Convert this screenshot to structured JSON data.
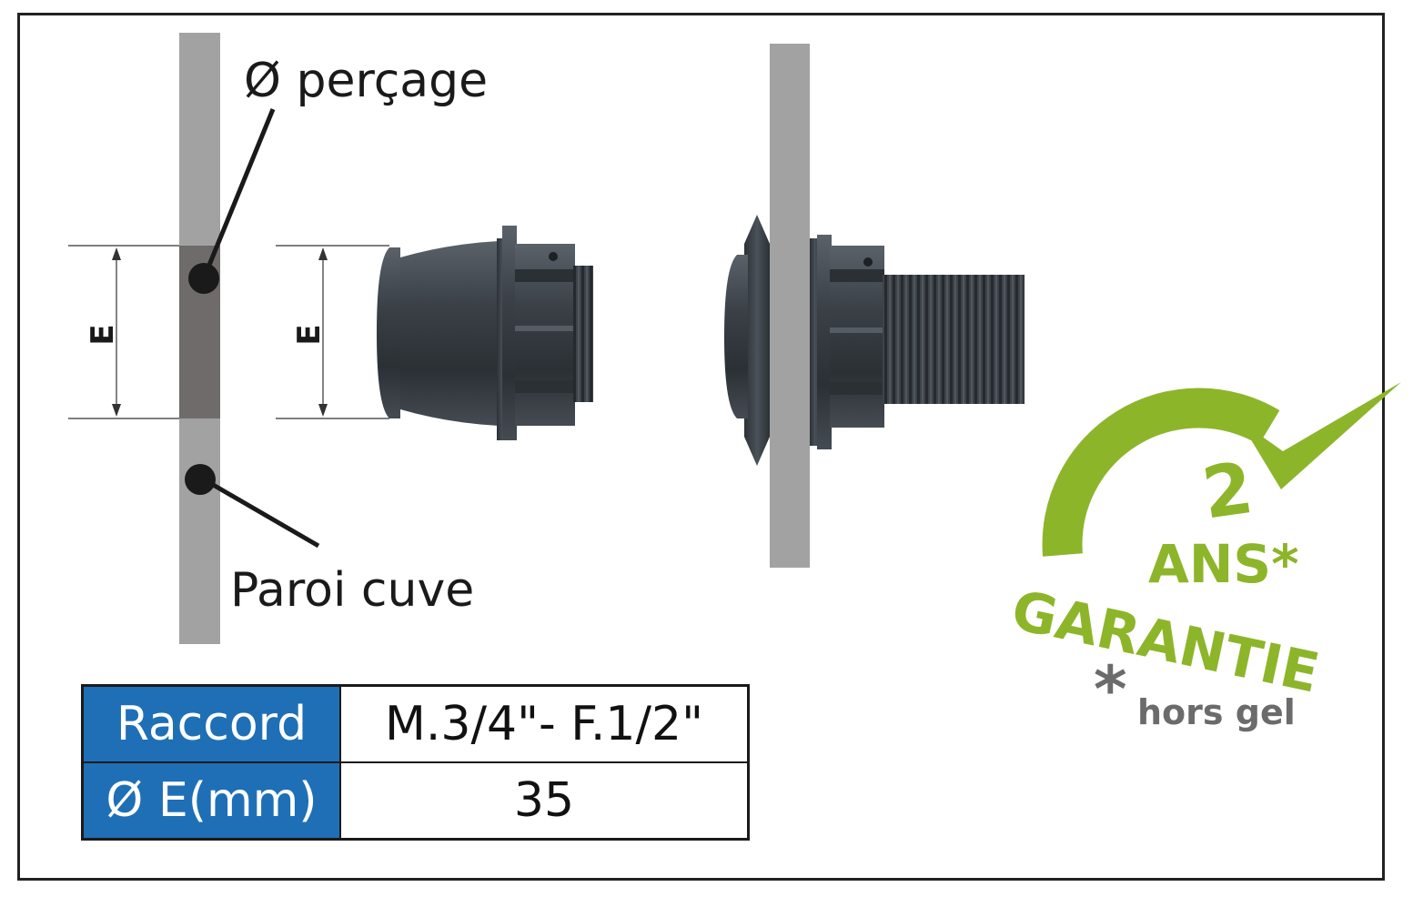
{
  "diagram": {
    "labels": {
      "drill_diameter": "Ø perçage",
      "tank_wall": "Paroi cuve",
      "dimension_left": "E",
      "dimension_right": "E"
    }
  },
  "spec_table": {
    "rows": [
      {
        "header": "Raccord",
        "value": "M.3/4\"- F.1/2\""
      },
      {
        "header": "Ø E(mm)",
        "value": "35"
      }
    ]
  },
  "warranty_badge": {
    "years": "2",
    "unit": "ANS*",
    "word": "GARANTIE",
    "asterisk": "*",
    "note": "hors gel"
  },
  "colors": {
    "table_header": "#1f6fb7",
    "badge_green": "#8db52a",
    "wall_gray": "#a2a2a2",
    "fitting_dark": "#3b4147"
  }
}
